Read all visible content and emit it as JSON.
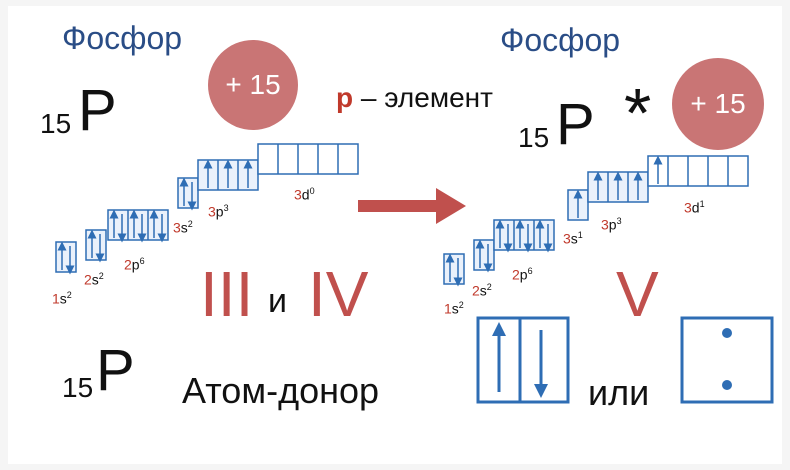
{
  "left": {
    "title": "Фосфор",
    "symbol": "P",
    "atomic_number": "15",
    "nucleus_charge": "+ 15",
    "sublevels": [
      {
        "n": "1",
        "l": "s",
        "e": "2"
      },
      {
        "n": "2",
        "l": "s",
        "e": "2"
      },
      {
        "n": "2",
        "l": "p",
        "e": "6"
      },
      {
        "n": "3",
        "l": "s",
        "e": "2"
      },
      {
        "n": "3",
        "l": "p",
        "e": "3"
      },
      {
        "n": "3",
        "l": "d",
        "e": "0"
      }
    ],
    "valence_roman_1": "III",
    "valence_conj": "и",
    "valence_roman_2": "IV"
  },
  "element_type": {
    "letter": "p",
    "text": " – элемент"
  },
  "right": {
    "title": "Фосфор",
    "symbol": "P",
    "atomic_number": "15",
    "excited_mark": "*",
    "nucleus_charge": "+ 15",
    "sublevels": [
      {
        "n": "1",
        "l": "s",
        "e": "2"
      },
      {
        "n": "2",
        "l": "s",
        "e": "2"
      },
      {
        "n": "2",
        "l": "p",
        "e": "6"
      },
      {
        "n": "3",
        "l": "s",
        "e": "1"
      },
      {
        "n": "3",
        "l": "p",
        "e": "3"
      },
      {
        "n": "3",
        "l": "d",
        "e": "1"
      }
    ],
    "valence_roman": "V"
  },
  "bottom": {
    "symbol": "P",
    "atomic_number": "15",
    "donor_label": "Атом-донор",
    "or_label": "или"
  },
  "colors": {
    "cell_border": "#2e6db4",
    "arrow_fill": "#c0504d",
    "nucleus": "#c97575",
    "roman": "#c0504d",
    "title": "#2a4d86"
  }
}
